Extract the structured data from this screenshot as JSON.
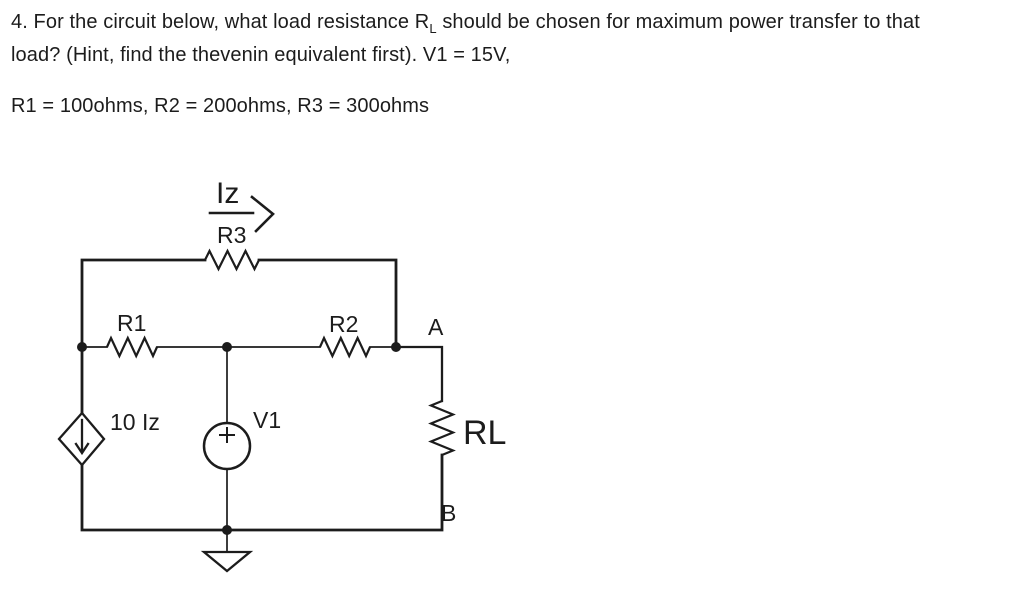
{
  "problem": {
    "line1_prefix": "4. For the circuit below, what load resistance R",
    "line1_subscript": "L",
    "line1_suffix": " should be chosen for maximum power transfer to that",
    "line2": "load? (Hint, find the thevenin equivalent first). V1 = 15V,",
    "line3": "R1 = 100ohms, R2 = 200ohms, R3 = 300ohms"
  },
  "circuit": {
    "current_label": "Iz",
    "resistor_top": "R3",
    "resistor_left": "R1",
    "resistor_right": "R2",
    "node_top": "A",
    "node_bottom": "B",
    "dependent_source_label": "10 Iz",
    "voltage_source_label": "V1",
    "voltage_source_polarity": "+",
    "load_label": "RL"
  },
  "colors": {
    "ink": "#1c1c1c",
    "background": "#ffffff"
  }
}
